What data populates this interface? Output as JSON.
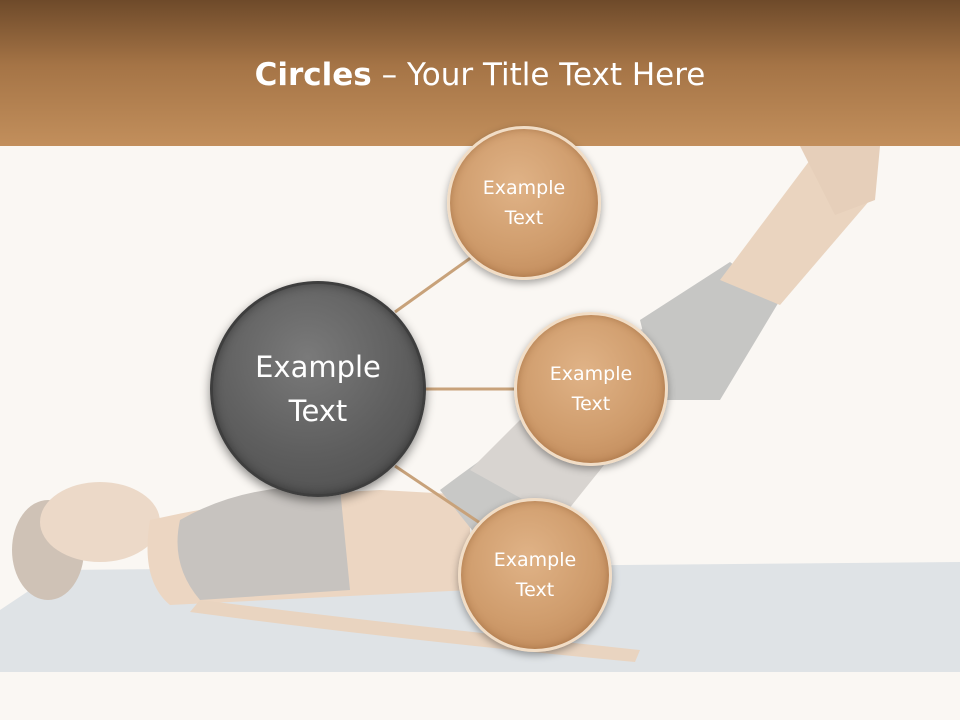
{
  "slide": {
    "title_bold": "Circles",
    "title_rest": " – Your Title Text Here"
  },
  "center_circle": {
    "label": "Example\nText"
  },
  "satellites": [
    {
      "label": "Example\nText"
    },
    {
      "label": "Example\nText"
    },
    {
      "label": "Example\nText"
    }
  ],
  "colors": {
    "header_top": "#6e4a2a",
    "header_bottom": "#c28f5c",
    "center_fill": "#5e5e5e",
    "satellite_fill": "#cf9c6c",
    "connector": "#c8a27a"
  }
}
